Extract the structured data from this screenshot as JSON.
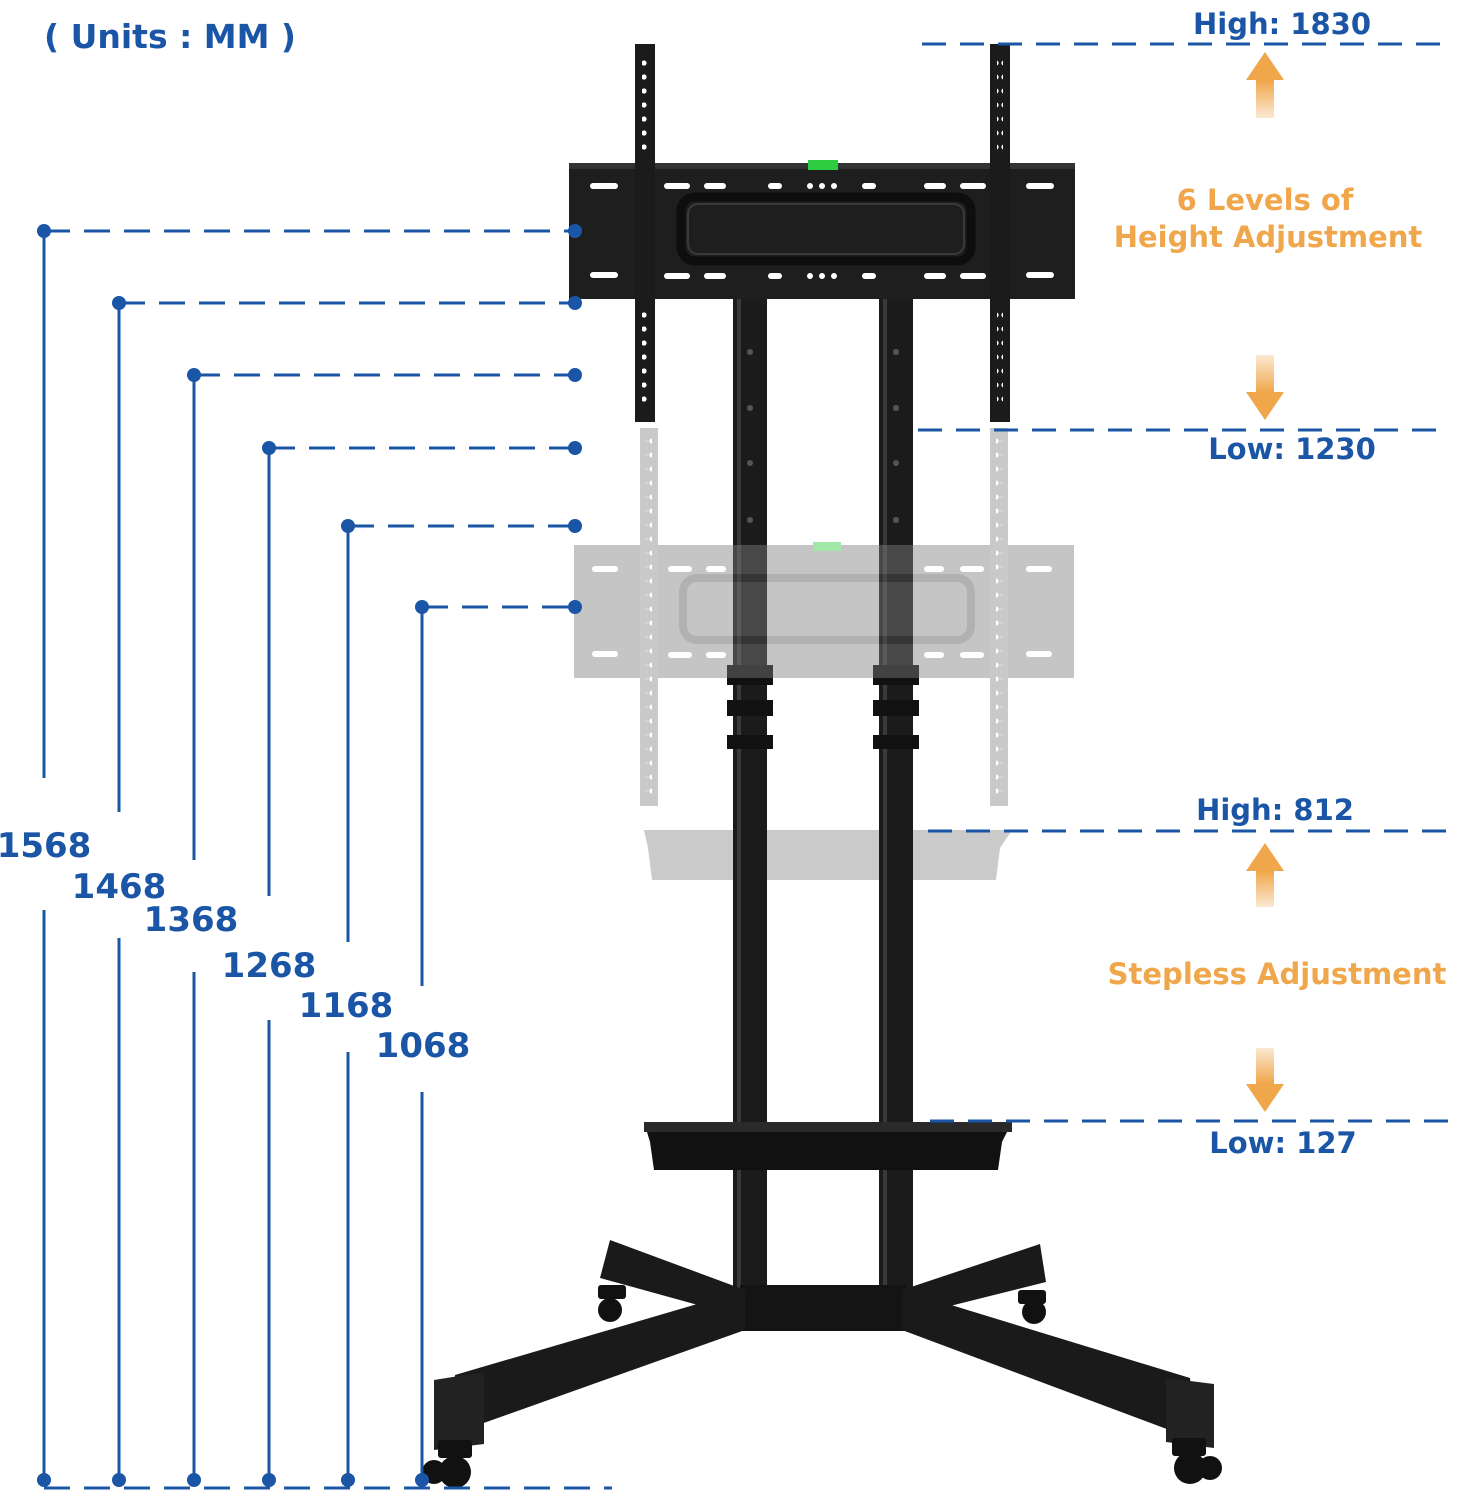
{
  "units_label": "( Units : MM )",
  "heights": [
    "1568",
    "1468",
    "1368",
    "1268",
    "1168",
    "1068"
  ],
  "mount": {
    "high_label": "High:  1830",
    "low_label": "Low:  1230",
    "note_line1": "6 Levels of",
    "note_line2": "Height Adjustment"
  },
  "shelf": {
    "high_label": "High:  812",
    "low_label": "Low:  127",
    "note": "Stepless Adjustment"
  },
  "colors": {
    "dimension_blue": "#1a55a6",
    "accent_orange": "#f0a64a",
    "stand_black": "#1b1b1b",
    "ghost_gray": "#bdbdbd"
  }
}
